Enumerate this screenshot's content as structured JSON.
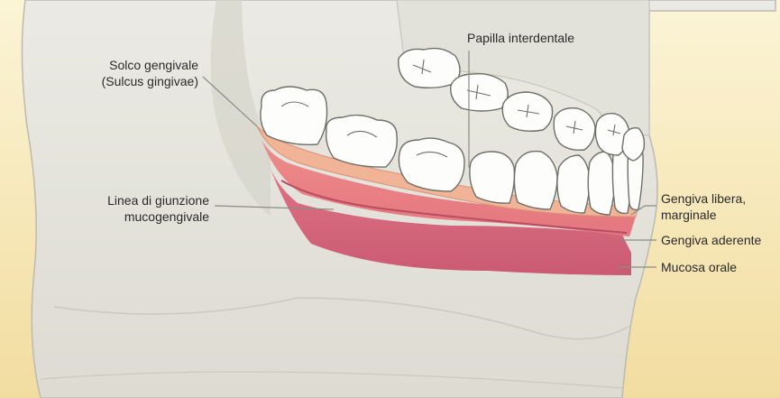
{
  "colors": {
    "background_top": "#fbf3d0",
    "background_bottom": "#f3dfa4",
    "bone": "#e6e5de",
    "bone_shadow": "#cfcdc3",
    "tooth": "#fdfdfc",
    "tooth_outline": "#6f6f6a",
    "gingiva_marginal": "#f3b59a",
    "gingiva_attached": "#e8808a",
    "oral_mucosa": "#d8637a",
    "leader_line": "#8c8c86"
  },
  "labels": {
    "sulcus_line1": "Solco gengivale",
    "sulcus_line2": "(Sulcus gingivae)",
    "papilla": "Papilla interdentale",
    "mucogingival_line1": "Linea di giunzione",
    "mucogingival_line2": "mucogengivale",
    "free_gingiva_line1": "Gengiva libera,",
    "free_gingiva_line2": "marginale",
    "attached_gingiva": "Gengiva aderente",
    "oral_mucosa": "Mucosa orale"
  }
}
